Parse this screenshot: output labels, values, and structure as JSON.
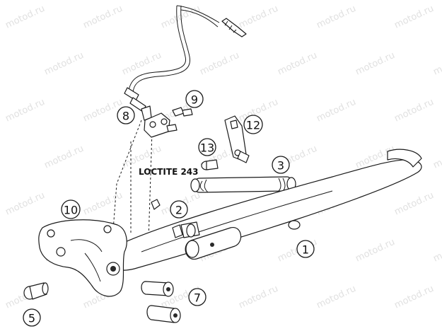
{
  "watermark": "motod.ru",
  "note_label": "LOCTITE 243",
  "callouts": [
    "1",
    "2",
    "3",
    "5",
    "7",
    "8",
    "9",
    "10",
    "12",
    "13"
  ]
}
